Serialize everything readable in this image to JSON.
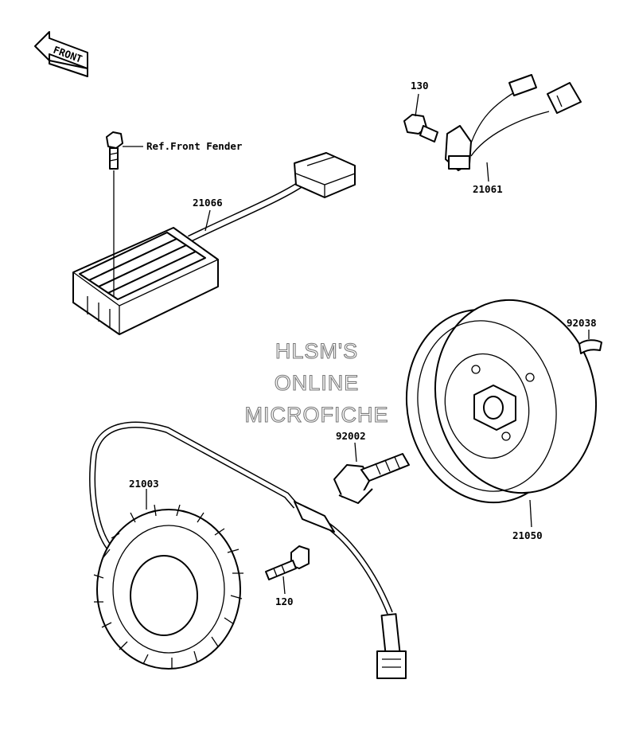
{
  "front_arrow": {
    "label": "FRONT"
  },
  "watermark": {
    "lines": [
      "HLSM'S",
      "ONLINE",
      "MICROFICHE"
    ]
  },
  "labels": {
    "ref_front_fender": "Ref.Front Fender",
    "p21066": "21066",
    "p130": "130",
    "p21061": "21061",
    "p92038": "92038",
    "p92002": "92002",
    "p21003": "21003",
    "p120": "120",
    "p21050": "21050"
  }
}
